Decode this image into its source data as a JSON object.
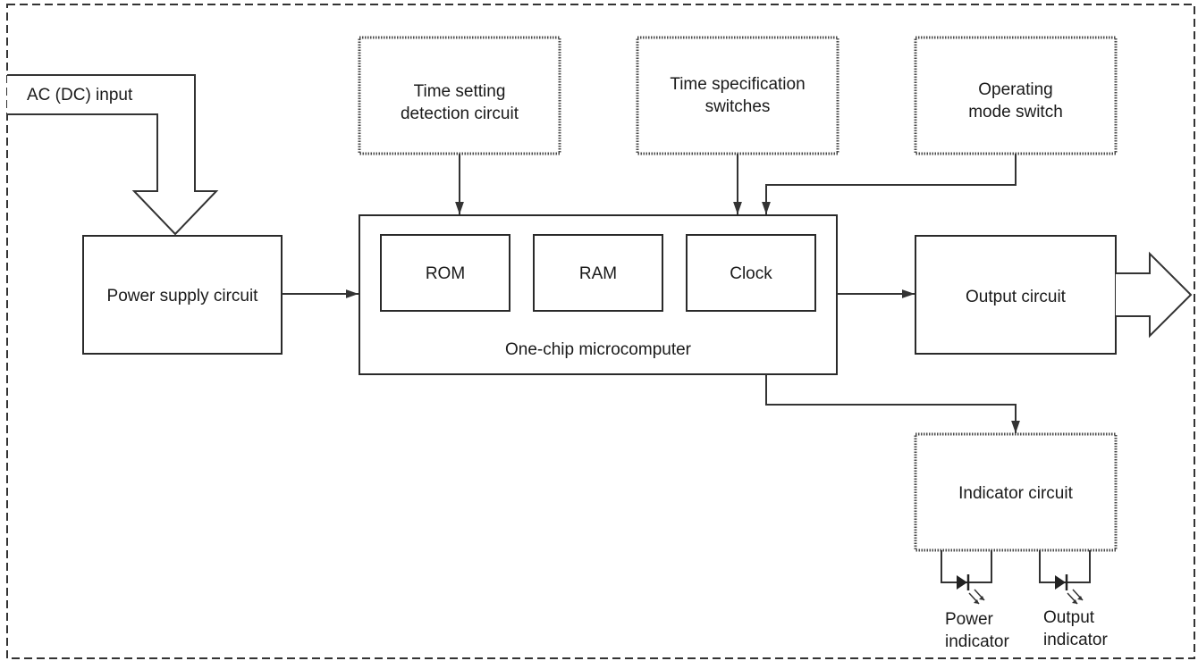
{
  "input": {
    "label": "AC (DC) input"
  },
  "blocks": {
    "time_setting": {
      "line1": "Time setting",
      "line2": "detection circuit"
    },
    "time_spec": {
      "line1": "Time specification",
      "line2": "switches"
    },
    "operating_mode": {
      "line1": "Operating",
      "line2": "mode switch"
    },
    "power_supply": {
      "label": "Power supply circuit"
    },
    "microcomputer": {
      "label": "One-chip microcomputer",
      "rom": "ROM",
      "ram": "RAM",
      "clock": "Clock"
    },
    "output_circuit": {
      "label": "Output circuit"
    },
    "indicator_circuit": {
      "label": "Indicator circuit"
    }
  },
  "indicators": {
    "power": {
      "line1": "Power",
      "line2": "indicator"
    },
    "output": {
      "line1": "Output",
      "line2": "indicator"
    }
  }
}
